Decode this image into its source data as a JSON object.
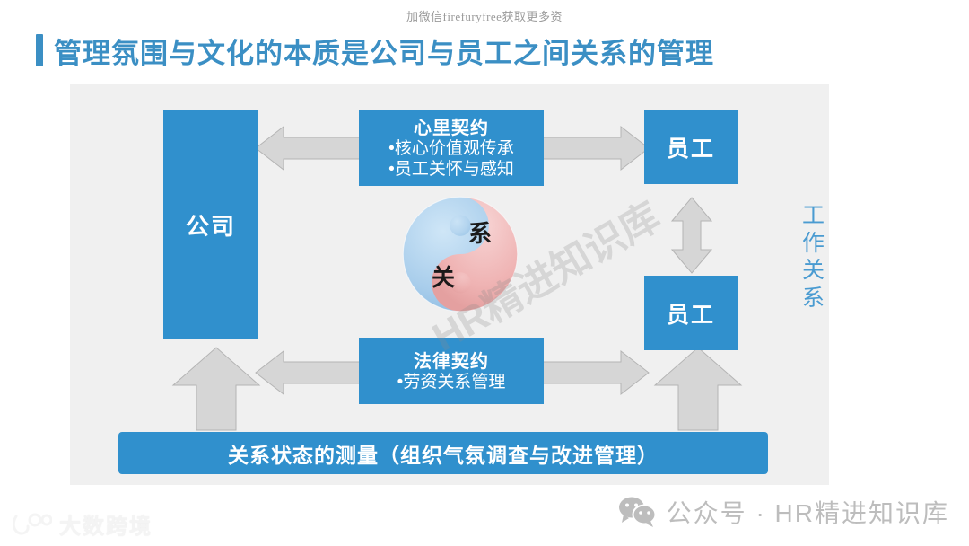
{
  "watermarks": {
    "top": "加微信firefuryfree获取更多资",
    "center_diagonal": "HR精进知识库",
    "bottom_left_logo_text": "大数跨境"
  },
  "header": {
    "title": "管理氛围与文化的本质是公司与员工之间关系的管理",
    "accent_color": "#3b8fc4"
  },
  "diagram": {
    "panel_background": "#f0f0f0",
    "box_color": "#3090cd",
    "arrow_fill": "#d6d6d6",
    "arrow_stroke": "#b4b4b4",
    "company": {
      "label": "公司"
    },
    "psychological_contract": {
      "heading": "心里契约",
      "bullets": [
        "核心价值观传承",
        "员工关怀与感知"
      ]
    },
    "legal_contract": {
      "heading": "法律契约",
      "bullets": [
        "劳资关系管理"
      ]
    },
    "employees": [
      {
        "label": "员工"
      },
      {
        "label": "员工"
      }
    ],
    "taiji": {
      "char_top": "系",
      "char_bottom": "关",
      "color_light": "#a8cdeb",
      "color_dark": "#efb3b3"
    },
    "side_label": {
      "text": "工作关系",
      "chars": [
        "工",
        "作",
        "关",
        "系"
      ],
      "color": "#4a9bd1"
    },
    "bottom_bar": {
      "label": "关系状态的测量（组织气氛调查与改进管理）"
    }
  },
  "footer": {
    "wechat_credit": "公众号 · HR精进知识库"
  }
}
